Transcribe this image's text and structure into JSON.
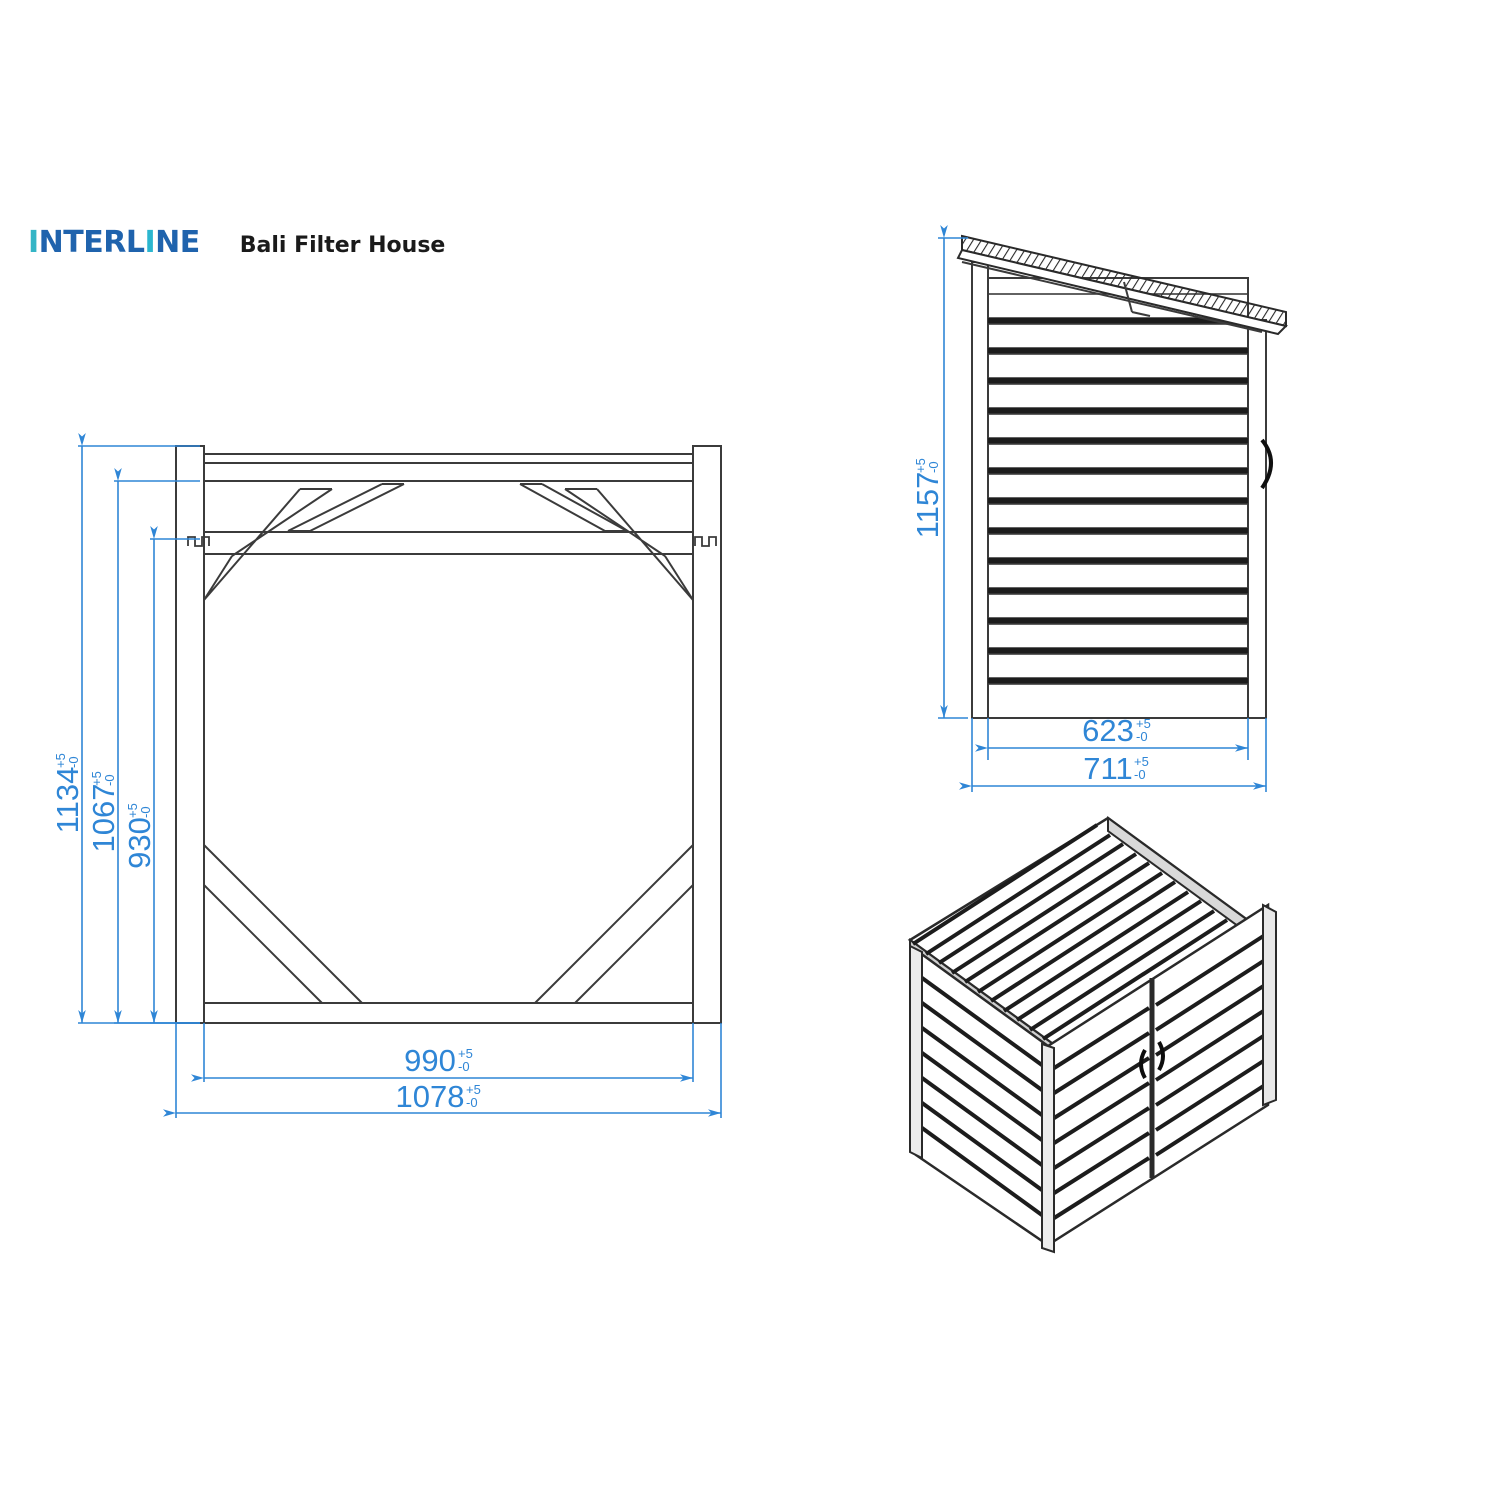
{
  "header": {
    "brand": "INTERLINE",
    "brand_part1": "I",
    "brand_part2": "NTERL",
    "brand_part3": "I",
    "brand_part4": "NE",
    "title": "Bali Filter House",
    "brand_color": "#1f63ad",
    "brand_accent_color": "#34b5c6",
    "title_color": "#1a1a1a"
  },
  "drawing": {
    "line_color": "#3b3b3b",
    "dimension_color": "#2f86d6",
    "background": "#ffffff",
    "views": [
      {
        "name": "front-frame-view",
        "label": "Front frame elevation"
      },
      {
        "name": "side-elevation-view",
        "label": "Side elevation"
      },
      {
        "name": "isometric-view",
        "label": "Isometric overall view"
      }
    ]
  },
  "dimensions": {
    "front_view": [
      {
        "id": "height-overall",
        "value": "1134",
        "tol_plus": "+5",
        "tol_minus": "-0",
        "orientation": "vertical"
      },
      {
        "id": "height-top-rail",
        "value": "1067",
        "tol_plus": "+5",
        "tol_minus": "-0",
        "orientation": "vertical"
      },
      {
        "id": "height-inner-frame",
        "value": "930",
        "tol_plus": "+5",
        "tol_minus": "-0",
        "orientation": "vertical"
      },
      {
        "id": "width-inner",
        "value": "990",
        "tol_plus": "+5",
        "tol_minus": "-0",
        "orientation": "horizontal"
      },
      {
        "id": "width-overall",
        "value": "1078",
        "tol_plus": "+5",
        "tol_minus": "-0",
        "orientation": "horizontal"
      }
    ],
    "side_view": [
      {
        "id": "side-height",
        "value": "1157",
        "tol_plus": "+5",
        "tol_minus": "-0",
        "orientation": "vertical"
      },
      {
        "id": "side-depth-body",
        "value": "623",
        "tol_plus": "+5",
        "tol_minus": "-0",
        "orientation": "horizontal"
      },
      {
        "id": "side-depth-roof",
        "value": "711",
        "tol_plus": "+5",
        "tol_minus": "-0",
        "orientation": "horizontal"
      }
    ]
  }
}
